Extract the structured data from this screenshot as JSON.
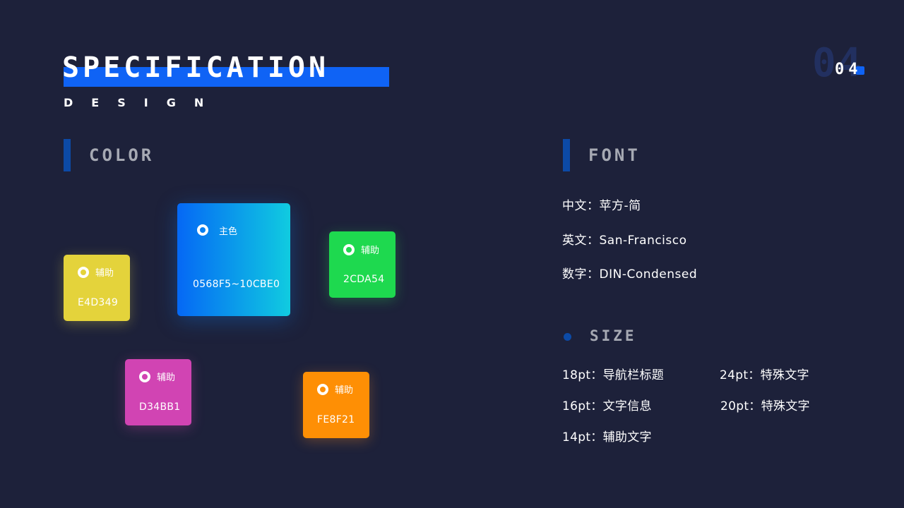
{
  "header": {
    "title": "SPECIFICATION",
    "subtitle": "DESIGN",
    "page_number": "04",
    "page_number_bg": "04",
    "accent_color": "#0F63F5"
  },
  "color_section": {
    "label": "COLOR",
    "cards": [
      {
        "name": "主色",
        "hex": "0568F5~10CBE0",
        "colors": [
          "#0568F5",
          "#10CBE0"
        ]
      },
      {
        "name": "辅助",
        "hex": "2CDA54",
        "colors": [
          "#2CDA54"
        ]
      },
      {
        "name": "辅助",
        "hex": "E4D349",
        "colors": [
          "#E4D349"
        ]
      },
      {
        "name": "辅助",
        "hex": "D34BB1",
        "colors": [
          "#D34BB1"
        ]
      },
      {
        "name": "辅助",
        "hex": "FE8F21",
        "colors": [
          "#FE8F21"
        ]
      }
    ]
  },
  "font_section": {
    "label": "FONT",
    "items": [
      {
        "key": "中文：",
        "value": "苹方-简"
      },
      {
        "key": "英文：",
        "value": "San-Francisco"
      },
      {
        "key": "数字：",
        "value": "DIN-Condensed"
      }
    ]
  },
  "size_section": {
    "label": "SIZE",
    "items": [
      {
        "size": "18pt：",
        "usage": "导航栏标题"
      },
      {
        "size": "24pt：",
        "usage": "特殊文字"
      },
      {
        "size": "16pt：",
        "usage": "文字信息"
      },
      {
        "size": "20pt：",
        "usage": "特殊文字"
      },
      {
        "size": "14pt：",
        "usage": "辅助文字"
      }
    ]
  }
}
